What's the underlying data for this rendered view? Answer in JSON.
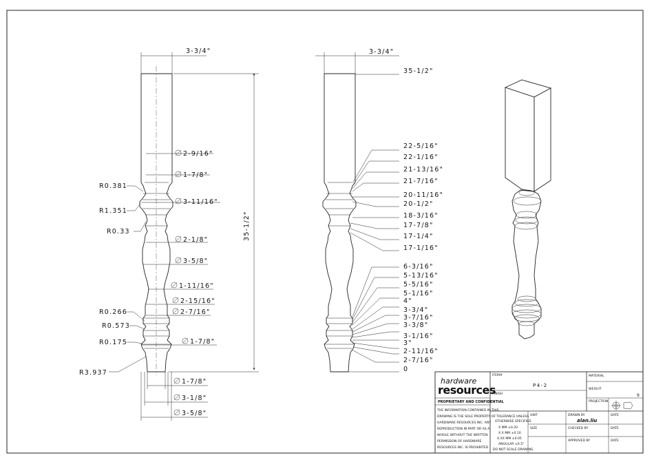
{
  "front_view": {
    "top_width": "3-3/4\"",
    "overall_height": "35-1/2\"",
    "diameters": [
      "2-9/16\"",
      "1-7/8\"",
      "3-11/16\"",
      "2-1/8\"",
      "3-5/8\"",
      "1-11/16\"",
      "2-15/16\"",
      "2-7/16\"",
      "1-7/8\""
    ],
    "bottom_diameters": [
      "1-7/8\"",
      "3-1/8\"",
      "3-5/8\""
    ],
    "radii": [
      "R0.381",
      "R1.351",
      "R0.33",
      "R0.266",
      "R0.573",
      "R0.175",
      "R3.937"
    ]
  },
  "side_view": {
    "top_width": "3-3/4\"",
    "heights": [
      "35-1/2\"",
      "22-5/16\"",
      "22-1/16\"",
      "21-13/16\"",
      "21-7/16\"",
      "20-11/16\"",
      "20-1/2\"",
      "18-3/16\"",
      "17-7/8\"",
      "17-1/4\"",
      "17-1/16\"",
      "6-3/16\"",
      "5-13/16\"",
      "5-5/16\"",
      "5-1/16\"",
      "4\"",
      "3-3/4\"",
      "3-7/16\"",
      "3-3/8\"",
      "3-1/16\"",
      "3\"",
      "2-11/16\"",
      "2-7/16\"",
      "0"
    ]
  },
  "title_block": {
    "logo_top": "hardware",
    "logo_bottom": "resources",
    "proprietary_title": "PROPRIETARY AND CONFIDENTIAL",
    "proprietary_lines": [
      "THE INFORMATION CONTAINED IN THIS",
      "DRAWING IS THE SOLE PROPERTY OF",
      "HARDWARE RESOURCES INC. ANY",
      "REPRODUCTION IN PART OR AS A",
      "WHOLE WITHOUT THE WRITTEN",
      "PERMISSION OF HARDWARE",
      "RESOURCES INC. IS PROHIBITED"
    ],
    "item_label": "ITEM#",
    "item_value": "P4-2",
    "finish_label": "FINISH",
    "material_label": "MATERIAL",
    "weight_label": "WEIGHT",
    "weight_value": "9",
    "projection_label": "PROJECTION",
    "tolerance_lines": [
      "TOLERANCE UNLESS",
      "OTHERWISE SPECIFIED",
      "X   MM   ±0.20",
      "X.X  MM   ±0.10",
      "X.XX  MM  ±0.05",
      "ANGULAR   ±0.5°",
      "DO NOT SCALE DRAWING"
    ],
    "unit_label": "UNIT",
    "size_label": "SIZE",
    "drawn_by_label": "DRAWN BY",
    "drawn_by_value": "alan.liu",
    "checked_by_label": "CHECKED BY",
    "approved_by_label": "APPROVED BY",
    "date_label": "DATE"
  }
}
